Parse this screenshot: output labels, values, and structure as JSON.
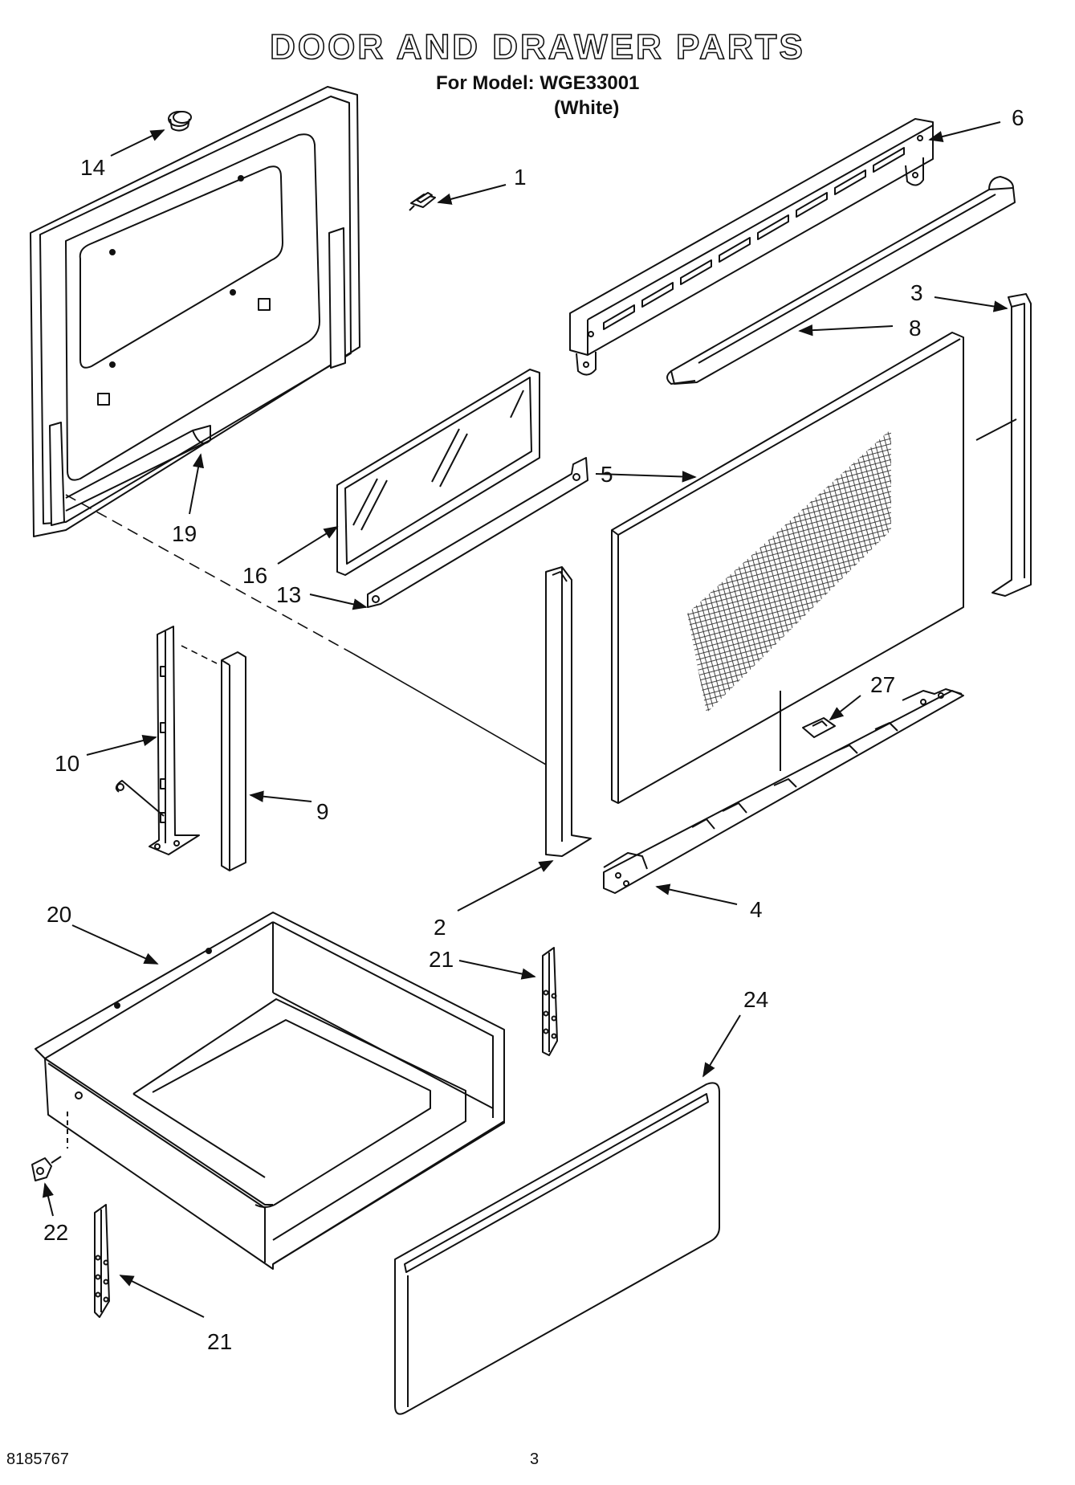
{
  "header": {
    "title": "DOOR AND DRAWER PARTS",
    "model_line": "For Model: WGE33001",
    "variant": "(White)"
  },
  "footer": {
    "document_number": "8185767",
    "page_number": "3"
  },
  "callouts": {
    "c1": "1",
    "c2": "2",
    "c3": "3",
    "c4": "4",
    "c5": "5",
    "c6": "6",
    "c8": "8",
    "c9": "9",
    "c10": "10",
    "c13": "13",
    "c14": "14",
    "c16": "16",
    "c19": "19",
    "c20": "20",
    "c21a": "21",
    "c21b": "21",
    "c22": "22",
    "c24": "24",
    "c27": "27"
  }
}
